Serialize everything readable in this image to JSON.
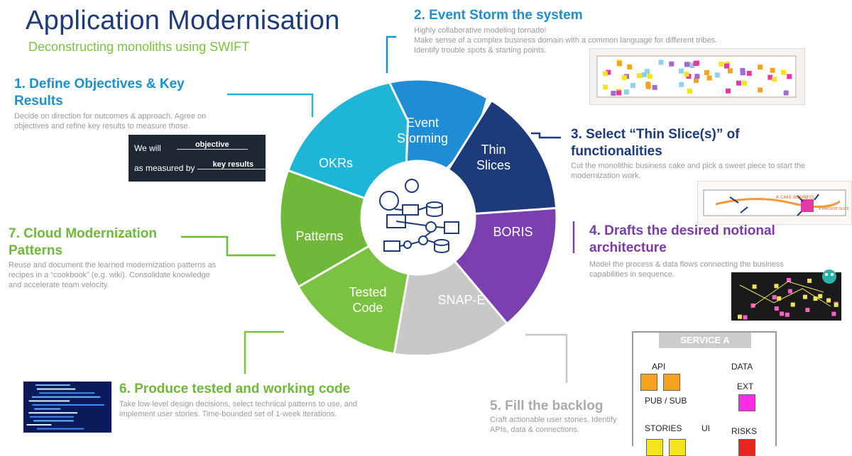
{
  "title": "Application Modernisation",
  "subtitle": "Deconstructing monoliths using SWIFT",
  "wheel": {
    "segments": [
      {
        "label": "Event Storming",
        "color": "#1f8dd6"
      },
      {
        "label": "Thin Slices",
        "color": "#1d3b7a"
      },
      {
        "label": "BORIS",
        "color": "#7b3fb0"
      },
      {
        "label": "SNAP-E",
        "color": "#c8c8c8"
      },
      {
        "label": "Tested Code",
        "color": "#7cc242"
      },
      {
        "label": "Patterns",
        "color": "#6fb83a"
      },
      {
        "label": "OKRs",
        "color": "#1fb5d6"
      }
    ]
  },
  "step1": {
    "heading": "1. Define Objectives & Key Results",
    "desc": "Decide on direction for outcomes & approach. Agree on objectives and refine key results to measure those.",
    "box_we_will": "We will",
    "box_objective": "objective",
    "box_measured": "as measured by",
    "box_key_results": "key results"
  },
  "step2": {
    "heading": "2. Event Storm the system",
    "desc_line1": "Highly collaborative modeling tornado!",
    "desc_line2": "Make sense of a complex business domain with a common language for different tribes.",
    "desc_line3": "Identify trouble spots & starting points."
  },
  "step3": {
    "heading": "3. Select “Thin Slice(s)” of functionalities",
    "desc": "Cut the monolithic business cake and pick a sweet piece to start the modernization work."
  },
  "step4": {
    "heading": "4. Drafts the desired notional architecture",
    "desc": "Model the process & data flows connecting the business capabilities in sequence."
  },
  "step5": {
    "heading": "5. Fill the backlog",
    "desc": "Craft actionable user stories. Identify APIs, data & connections."
  },
  "step6": {
    "heading": "6. Produce tested and working code",
    "desc": "Take low-level design decisions, select technical patterns to use, and implement user stories.  Time-bounded set of 1-week iterations."
  },
  "step7": {
    "heading": "7. Cloud Modernization Patterns",
    "desc": "Reuse and document the learned modernization patterns as recipes in a “cookbook” (e.g. wiki). Consolidate knowledge and accelerate team velocity."
  },
  "service_card": {
    "header": "SERVICE A",
    "api": "API",
    "data": "DATA",
    "ext": "EXT",
    "pubsub": "PUB  / SUB",
    "stories": "STORIES",
    "ui": "UI",
    "risks": "RISKS",
    "colors": {
      "orange": "#f5a21e",
      "magenta": "#ff2ee6",
      "yellow": "#f5e31e",
      "red": "#e8261e"
    }
  },
  "slice_thumb": {
    "caption1": "A CAKE BUSINESS",
    "caption2": "A MASSIVE SLICE"
  }
}
